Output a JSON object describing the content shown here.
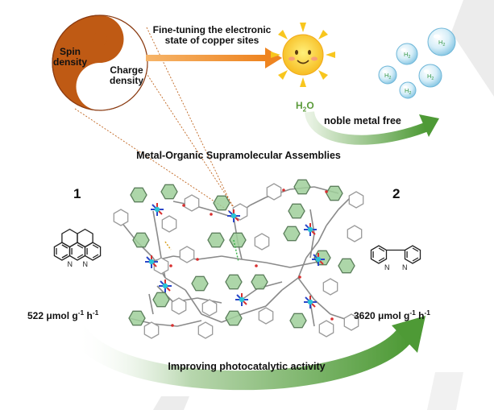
{
  "yinyang": {
    "left_label_line1": "Spin",
    "left_label_line2": "density",
    "right_label_line1": "Charge",
    "right_label_line2": "density",
    "color_dark": "#bf5a14",
    "color_light": "#ffffff"
  },
  "top_arrow": {
    "line1": "Fine-tuning the electronic",
    "line2": "state of copper sites",
    "color": "#f0902a"
  },
  "water_label": "H",
  "water_sub": "2",
  "water_tail": "O",
  "h2_bubble_label": "H",
  "h2_bubble_sub": "2",
  "noble_label": "noble metal free",
  "title": "Metal-Organic Supramolecular Assemblies",
  "compound_1": {
    "number": "1",
    "rate": "522 μmol g",
    "exp1": "-1",
    "mid": " h",
    "exp2": "-1"
  },
  "compound_2": {
    "number": "2",
    "rate": "3620 μmol g",
    "exp1": "-1",
    "mid": " h",
    "exp2": "-1"
  },
  "bottom_label": "Improving photocatalytic activity",
  "colors": {
    "arrow_green": "#4e9a36",
    "ring_green": "#9fcf9a",
    "cu": "#29c4d6",
    "nitrogen": "#2a46c8",
    "oxygen": "#d83030",
    "sun": "#f8c61e"
  }
}
